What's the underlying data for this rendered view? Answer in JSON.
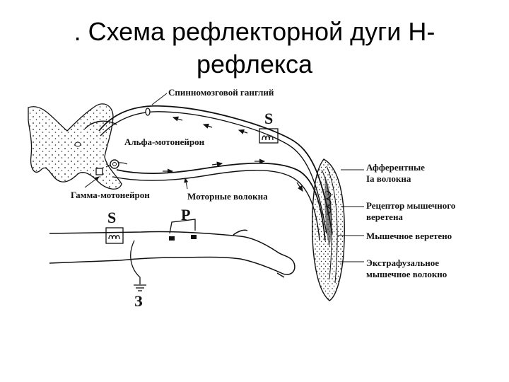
{
  "slide": {
    "title_line1": ". Схема рефлекторной дуги Н-",
    "title_line2": "рефлекса"
  },
  "diagram": {
    "labels": {
      "spinal_ganglion": "Спинномозговой ганглий",
      "alpha_motoneuron": "Альфа-мотонейрон",
      "gamma_motoneuron": "Гамма-мотонейрон",
      "motor_fibers": "Моторные волокна",
      "afferent_line1": "Афферентные",
      "afferent_line2": "Ia волокна",
      "receptor_line1": "Рецептор мышечного",
      "receptor_line2": "веретена",
      "muscle_spindle": "Мышечное веретено",
      "extrafusal_line1": "Экстрафузальное",
      "extrafusal_line2": "мышечное волокно"
    },
    "symbols": {
      "stimulator_top": "S",
      "stimulator_bottom": "S",
      "recording": "P",
      "ground": "З"
    },
    "colors": {
      "ink": "#111111",
      "background": "#ffffff"
    }
  }
}
